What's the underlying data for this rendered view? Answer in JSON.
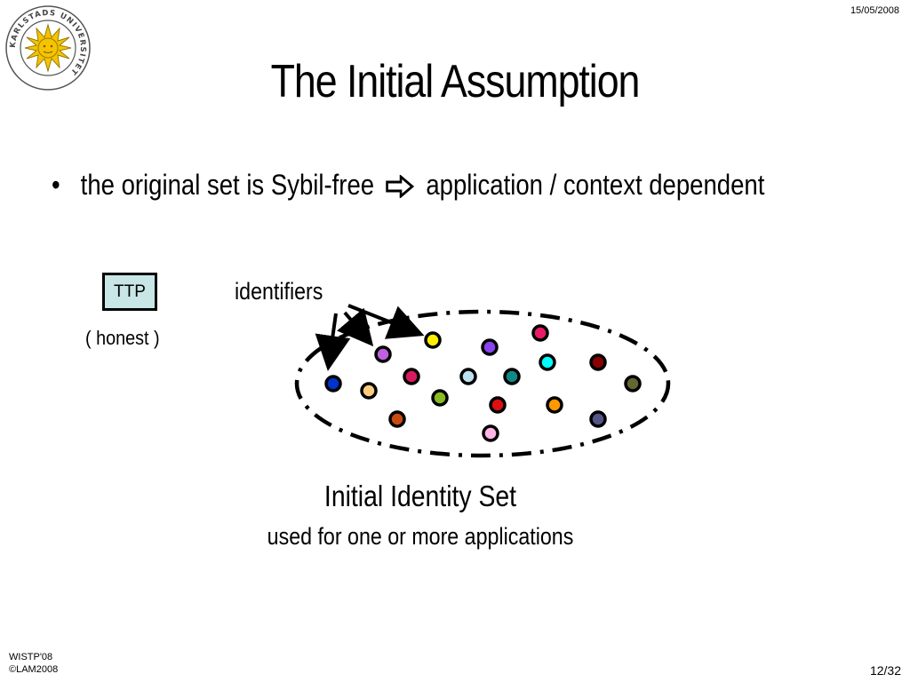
{
  "header": {
    "date": "15/05/2008",
    "logo_text": "KARLSTADS UNIVERSITET",
    "title": "The Initial Assumption"
  },
  "bullet": {
    "lead": "the original set is Sybil-free",
    "arrow_icon": "hollow-right-arrow-icon",
    "consequence": "application / context dependent"
  },
  "ttp": {
    "label": "TTP",
    "note": "( honest )",
    "fill_color": "#c8e6e6"
  },
  "identity_set": {
    "pointer_label": "identifiers",
    "title": "Initial Identity Set",
    "subtitle": "used for one or more applications",
    "identifier_colors": [
      "#0033cc",
      "#ffcc80",
      "#c060e0",
      "#d81b60",
      "#c84a10",
      "#ffee00",
      "#88bb22",
      "#bde0ee",
      "#8844ee",
      "#dd1111",
      "#118888",
      "#e81c68",
      "#00ffff",
      "#ffb6e6",
      "#ff9900",
      "#880000",
      "#555588",
      "#666633"
    ]
  },
  "footer": {
    "conference": "WISTP'08",
    "copyright": "©LAM2008",
    "page": "12/32"
  }
}
